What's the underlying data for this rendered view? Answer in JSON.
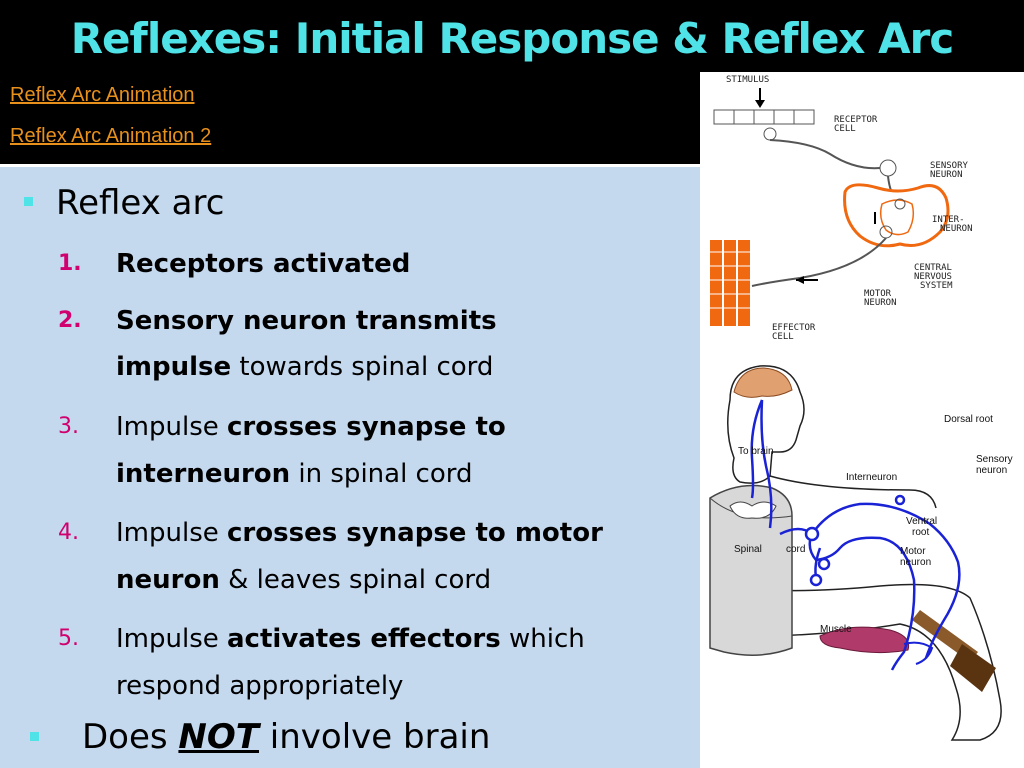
{
  "slide": {
    "title": "Reflexes: Initial Response & Reflex Arc",
    "links": [
      "Reflex Arc Animation",
      "Reflex Arc Animation 2"
    ]
  },
  "content": {
    "main_bullet": "Reflex arc",
    "steps": [
      {
        "number": "1.",
        "bold1": "Receptors activated"
      },
      {
        "number": "2.",
        "bold1": "Sensory neuron transmits",
        "bold2": "impulse",
        "rest": " towards spinal cord"
      },
      {
        "number": "3.",
        "prefix": "Impulse ",
        "bold1": "crosses synapse to",
        "bold2": "interneuron",
        "rest": " in spinal cord"
      },
      {
        "number": "4.",
        "prefix": "Impulse ",
        "bold1": "crosses synapse to motor",
        "bold2": "neuron",
        "rest": " & leaves spinal cord"
      },
      {
        "number": "5.",
        "prefix": "Impulse ",
        "bold1": "activates effectors",
        "rest1": " which",
        "line2": "respond appropriately"
      }
    ],
    "last_bullet": {
      "pre": "Does ",
      "emph": "NOT",
      "post": " involve brain"
    }
  },
  "diagram_top": {
    "labels": [
      "STIMULUS",
      "RECEPTOR",
      "CELL",
      "SENSORY",
      "NEURON",
      "INTER-",
      "NEURON",
      "CENTRAL",
      "NERVOUS",
      "SYSTEM",
      "MOTOR",
      "NEURON",
      "EFFECTOR",
      "CELL"
    ]
  },
  "diagram_bottom": {
    "labels": [
      "Dorsal root",
      "Sensory",
      "neuron",
      "To brain",
      "Interneuron",
      "Ventral",
      "root",
      "Spinal",
      "cord",
      "Motor",
      "neuron",
      "Muscle"
    ]
  },
  "colors": {
    "title": "#4fe3e8",
    "link": "#e8901c",
    "panel": "#c4d8ee",
    "number": "#d0006e",
    "nerve": "#1a22d6"
  }
}
